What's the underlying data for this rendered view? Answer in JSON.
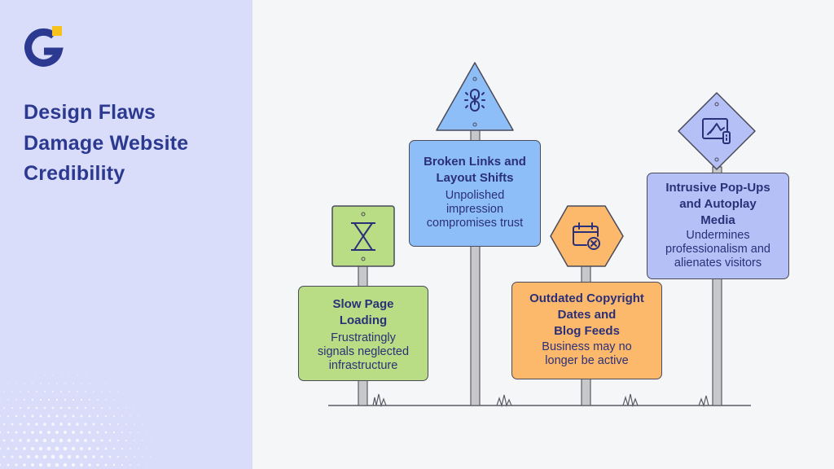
{
  "header": {
    "title_lines": [
      "Design Flaws",
      "Damage Website",
      "Credibility"
    ]
  },
  "colors": {
    "panel": "#d9ddf9",
    "title": "#2b3990",
    "green": "#b8dd84",
    "blue": "#8ebef8",
    "orange": "#fdb96b",
    "lavender": "#b5c0f7",
    "pole": "#c8c8ca",
    "logo_accent": "#f7c21b"
  },
  "signs": [
    {
      "id": "slow-page-loading",
      "shape": "square",
      "icon": "hourglass-icon",
      "title": "Slow Page\nLoading",
      "description": "Frustratingly\nsignals neglected\ninfrastructure"
    },
    {
      "id": "broken-links",
      "shape": "triangle",
      "icon": "broken-link-icon",
      "title": "Broken Links and\nLayout  Shifts",
      "description": "Unpolished\nimpression\ncompromises trust"
    },
    {
      "id": "outdated-copyright",
      "shape": "hexagon",
      "icon": "calendar-x-icon",
      "title": "Outdated Copyright\nDates and\nBlog Feeds",
      "description": "Business may no\nlonger be active"
    },
    {
      "id": "intrusive-popups",
      "shape": "diamond",
      "icon": "popup-media-icon",
      "title": "Intrusive Pop-Ups\nand Autoplay\nMedia",
      "description": "Undermines\nprofessionalism and\nalienates visitors"
    }
  ]
}
